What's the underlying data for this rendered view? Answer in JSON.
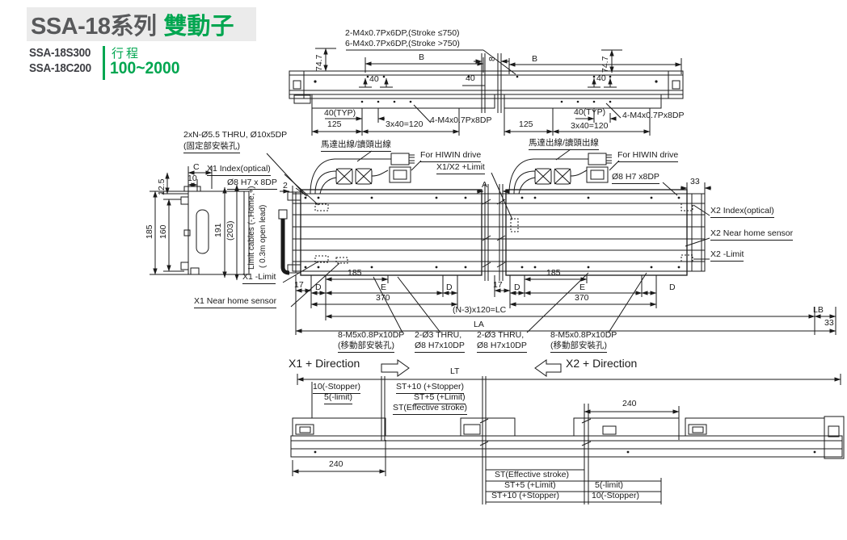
{
  "colors": {
    "accent": "#00A650",
    "title_gray": "#58595B",
    "line": "#1A1A1A"
  },
  "header": {
    "series": "SSA-18系列",
    "variant": "雙動子",
    "model_top": "SSA-18S300",
    "model_bottom": "SSA-18C200",
    "stroke_label": "行程",
    "stroke_range": "100~2000"
  },
  "side_view": {
    "tap_note_short": "2-M4x0.7Px6DP,(Stroke ≤750)",
    "tap_note_long": "6-M4x0.7Px6DP,(Stroke >750)",
    "height": "74.7",
    "pitch_b": "B",
    "offset_8": "8",
    "pitch_40": "40",
    "pitch_40_typ": "40(TYP)",
    "end_125": "125",
    "pitch_3x40": "3x40=120",
    "tap_note_side": "4-M4x0.7Px8DP"
  },
  "plan_view": {
    "fixing_hole_note": "2xN-Ø5.5 THRU, Ø10x5DP",
    "fixing_hole_note_cn": "(固定部安裝孔)",
    "motor_cable_note": "馬達出線/讀頭出線",
    "drive_note": "For HIWIN drive",
    "x1_index": "X1 Index(optical)",
    "pin_hole_left": "Ø8 H7 x 8DP",
    "pin_hole_right": "Ø8 H7 x8DP",
    "plus_limit": "X1/X2 +Limit",
    "dim_2": "2",
    "dim_a": "A",
    "dim_33": "33",
    "x2_index": "X2 Index(optical)",
    "x2_near_home": "X2 Near home sensor",
    "x2_minus_limit": "X2 -Limit",
    "limit_cable_line1": "Limit cables (-,Home,+)",
    "limit_cable_line2": "( 0.3m open lead)",
    "x1_minus_limit": "X1 -Limit",
    "x1_near_home": "X1 Near home sensor",
    "dim_17": "17",
    "dim_d": "D",
    "dim_185": "185",
    "dim_e": "E",
    "dim_370": "370",
    "dim_lc": "(N-3)x120=LC",
    "dim_la": "LA",
    "dim_lb": "LB",
    "mount_hole_note": "8-M5x0.8Px10DP",
    "mount_hole_note_cn": "(移動部安裝孔)",
    "dowel_note_line1": "2-Ø3 THRU,",
    "dowel_note_line2": "Ø8 H7x10DP"
  },
  "section_view": {
    "dim_c": "C",
    "dim_10": "10",
    "dim_12_5": "12.5",
    "dim_185": "185",
    "dim_160": "160",
    "dim_191": "191",
    "dim_203": "(203)"
  },
  "stroke_view": {
    "x1_direction": "X1 + Direction",
    "x2_direction": "X2 + Direction",
    "dim_lt": "LT",
    "minus_stopper": "10(-Stopper)",
    "minus_limit": "5(-limit)",
    "plus_stopper": "ST+10 (+Stopper)",
    "plus_limit": "ST+5 (+Limit)",
    "effective": "ST(Effective stroke)",
    "dim_240": "240"
  }
}
